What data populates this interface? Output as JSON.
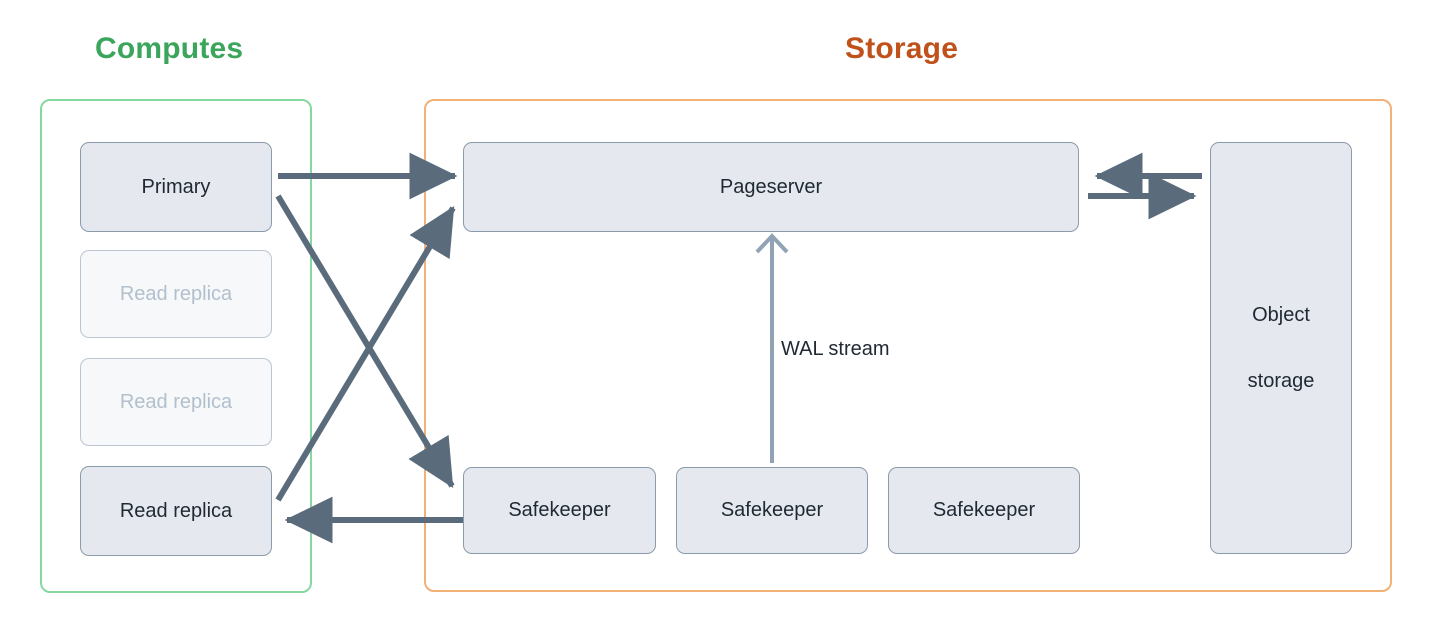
{
  "diagram": {
    "title_computes": "Computes",
    "title_storage": "Storage",
    "colors": {
      "computes_accent": "#3BA55C",
      "computes_border": "#87D8A0",
      "storage_accent": "#C1511A",
      "storage_border": "#F2B177",
      "node_fill": "#E5E9EF",
      "node_border": "#8A9BAB",
      "node_text": "#1F2933",
      "node_dim_fill": "#F6F8FA",
      "node_dim_border": "#B9C6D2",
      "node_dim_text": "#B2C0CD",
      "arrow_strong": "#5A6C7C",
      "arrow_light": "#8FA3B5"
    }
  },
  "computes": {
    "label": "Computes",
    "nodes": [
      {
        "id": "primary",
        "label": "Primary",
        "state": "active"
      },
      {
        "id": "replica-1",
        "label": "Read replica",
        "state": "dim"
      },
      {
        "id": "replica-2",
        "label": "Read replica",
        "state": "dim"
      },
      {
        "id": "replica-3",
        "label": "Read replica",
        "state": "active"
      }
    ]
  },
  "storage": {
    "label": "Storage",
    "pageserver": {
      "label": "Pageserver"
    },
    "safekeepers": [
      {
        "id": "safekeeper-1",
        "label": "Safekeeper"
      },
      {
        "id": "safekeeper-2",
        "label": "Safekeeper"
      },
      {
        "id": "safekeeper-3",
        "label": "Safekeeper"
      }
    ],
    "object_storage": {
      "line_1": "Object",
      "line_2": "storage"
    }
  },
  "edges": [
    {
      "id": "primary-to-pageserver",
      "from": "primary",
      "to": "pageserver",
      "label": "",
      "style": "strong"
    },
    {
      "id": "primary-to-safekeeper",
      "from": "primary",
      "to": "safekeeper-1",
      "label": "",
      "style": "strong"
    },
    {
      "id": "replica-to-pageserver",
      "from": "replica-3",
      "to": "pageserver",
      "label": "",
      "style": "strong"
    },
    {
      "id": "safekeeper-to-replica",
      "from": "safekeeper-1",
      "to": "replica-3",
      "label": "",
      "style": "strong"
    },
    {
      "id": "safekeeper-to-pageserver",
      "from": "safekeeper-2",
      "to": "pageserver",
      "label": "WAL stream",
      "style": "light"
    },
    {
      "id": "objectstorage-to-pageserver",
      "from": "object-storage",
      "to": "pageserver",
      "label": "",
      "style": "strong"
    },
    {
      "id": "pageserver-to-objectstorage",
      "from": "pageserver",
      "to": "object-storage",
      "label": "",
      "style": "strong"
    }
  ],
  "labels": {
    "wal_stream": "WAL stream"
  }
}
